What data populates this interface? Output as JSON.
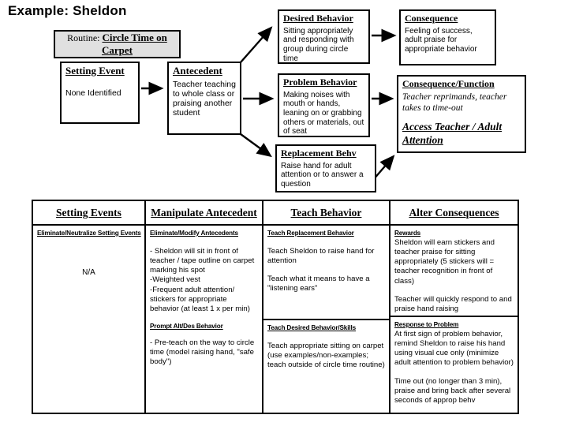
{
  "title": "Example: Sheldon",
  "routine": {
    "label": "Routine:",
    "value": "Circle Time on Carpet"
  },
  "boxes": {
    "setting_event": {
      "header": "Setting Event",
      "body": "None Identified"
    },
    "antecedent": {
      "header": "Antecedent",
      "body": "Teacher teaching to whole class or praising another student"
    },
    "desired_behavior": {
      "header": "Desired Behavior",
      "body": "Sitting appropriately and responding with group during circle time"
    },
    "consequence": {
      "header": "Consequence",
      "body": "Feeling of success, adult praise for appropriate behavior"
    },
    "problem_behavior": {
      "header": "Problem Behavior",
      "body": "Making noises with mouth or hands, leaning on or grabbing others or materials, out of seat"
    },
    "consequence_function": {
      "header": "Consequence/Function",
      "body": "Teacher reprimands, teacher takes to time-out",
      "function": "Access Teacher / Adult Attention"
    },
    "replacement_behavior": {
      "header": "Replacement Behv",
      "body": "Raise hand for adult attention or to answer a question"
    }
  },
  "table": {
    "headers": {
      "col1": "Setting Events",
      "col2": "Manipulate Antecedent",
      "col3": "Teach Behavior",
      "col4": "Alter Consequences"
    },
    "setting_events": {
      "subheader": "Eliminate/Neutralize Setting Events",
      "value": "N/A"
    },
    "manipulate_antecedent": {
      "sub1": "Eliminate/Modify Antecedents",
      "p1": "- Sheldon will sit in front of teacher / tape outline on carpet marking his spot",
      "p2": "-Weighted vest",
      "p3": "-Frequent adult attention/ stickers for appropriate behavior (at least 1 x per min)",
      "sub2": "Prompt Alt/Des Behavior",
      "p4": "- Pre-teach on the way to circle time (model raising hand, \"safe body\")"
    },
    "teach_behavior": {
      "sub1": "Teach Replacement Behavior",
      "p1": "Teach Sheldon to raise hand for attention",
      "p2": "Teach what it means to have a \"listening ears\"",
      "sub2": "Teach Desired Behavior/Skills",
      "p3": "Teach appropriate sitting on carpet (use examples/non-examples; teach outside of circle time routine)"
    },
    "alter_consequences": {
      "sub1": "Rewards",
      "p1": "Sheldon will earn stickers and teacher praise for sitting appropriately (5 stickers will = teacher recognition in front of class)",
      "p2": "Teacher will quickly respond to and praise hand raising",
      "sub2": "Response to Problem",
      "p3": "At first sign of problem behavior, remind Sheldon to raise his hand using visual cue only (minimize adult attention to problem behavior)",
      "p4": "Time out (no longer than 3 min), praise and bring back after several seconds of approp behv"
    }
  },
  "colors": {
    "border": "#000000",
    "routine_fill": "#e0e0e0",
    "background": "#ffffff"
  }
}
